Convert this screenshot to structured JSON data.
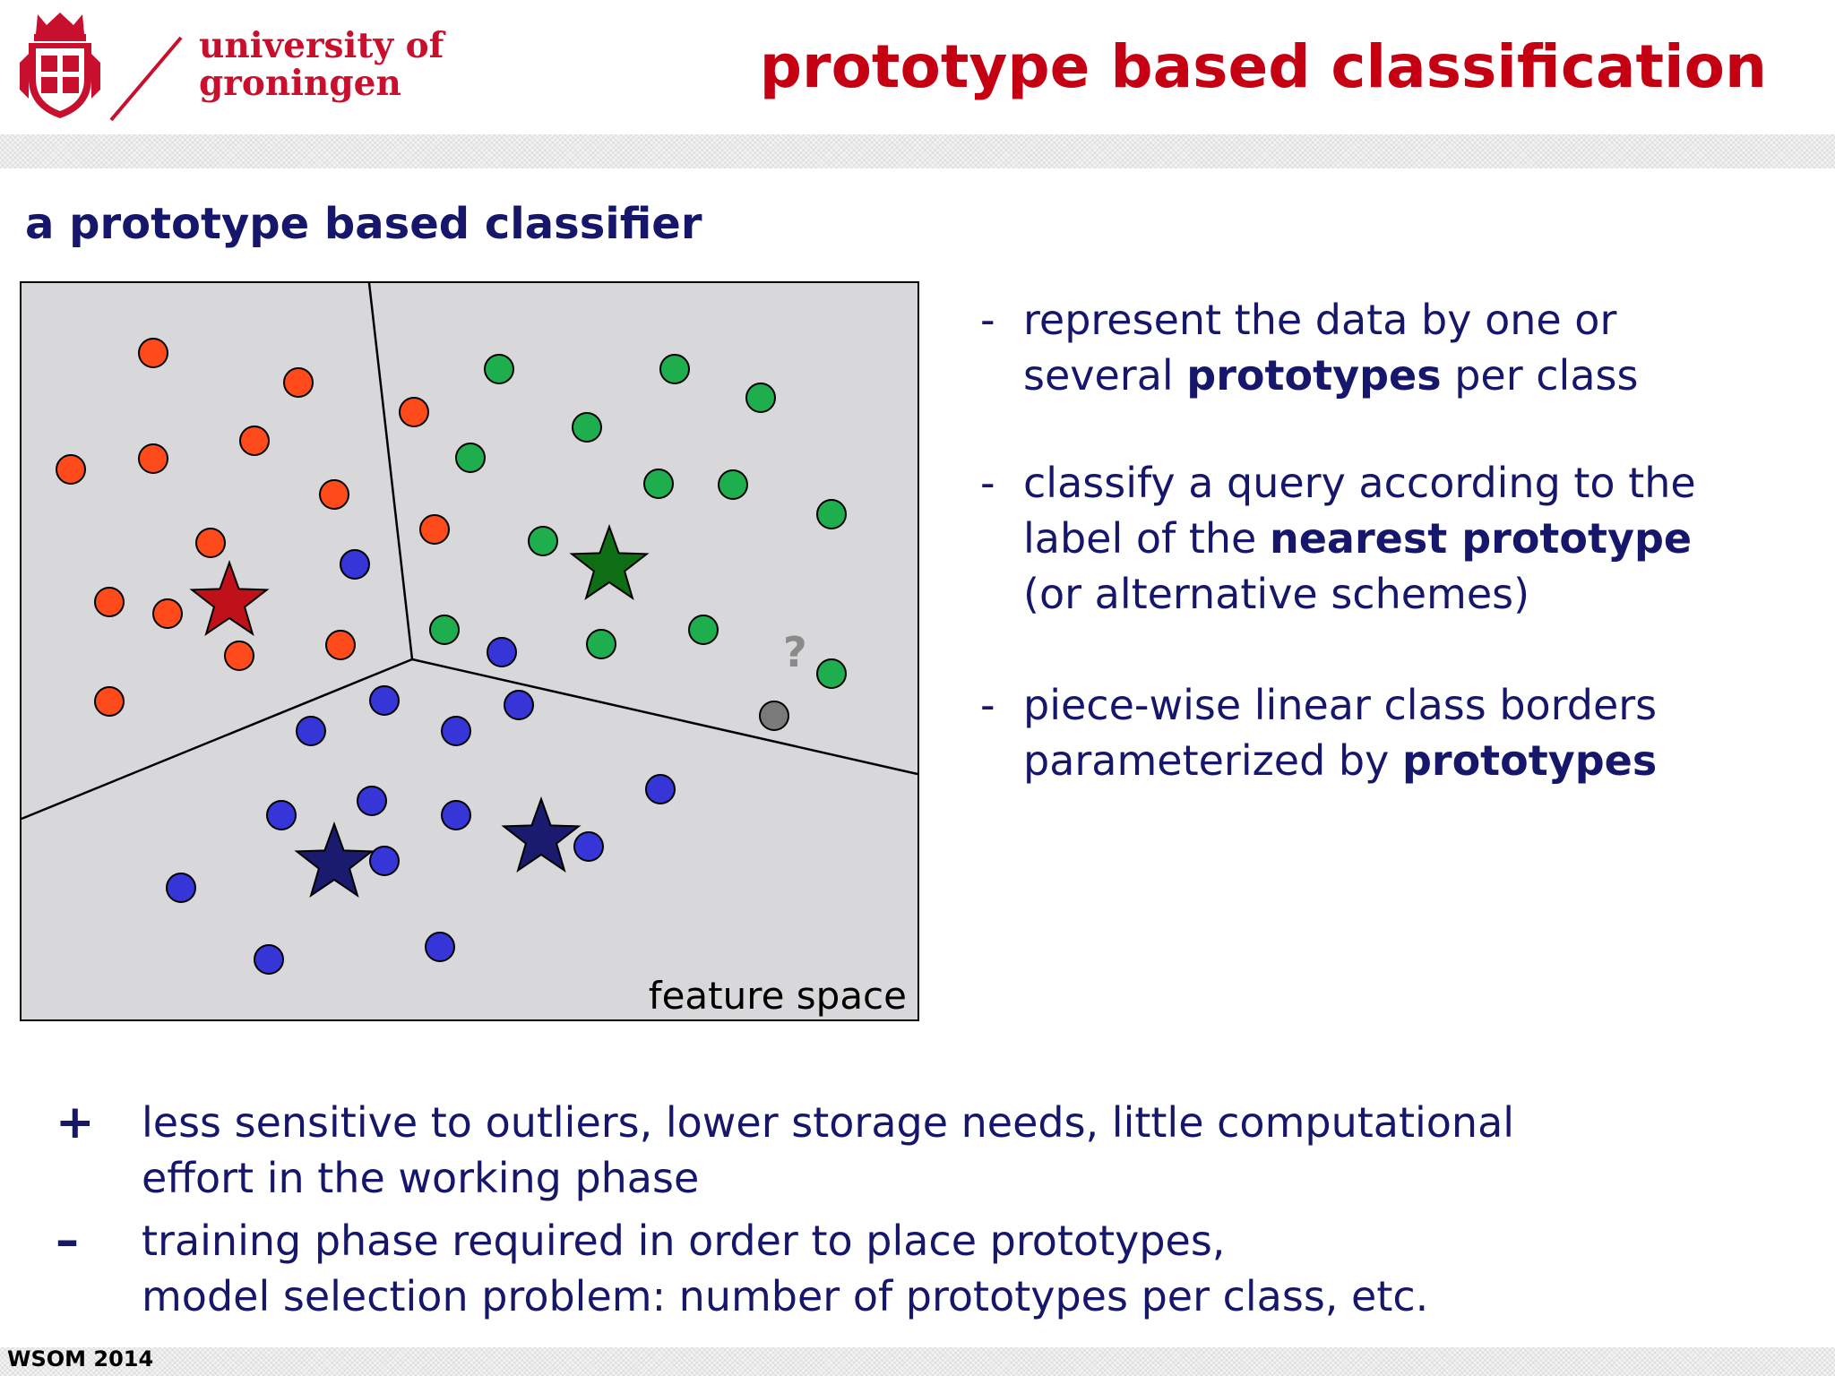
{
  "header": {
    "university_line1": "university of",
    "university_line2": "groningen",
    "title": "prototype based classification"
  },
  "subtitle": "a prototype based classifier",
  "diagram": {
    "caption": "feature space",
    "query_mark": "?",
    "colors": {
      "background": "#d8d8da",
      "red_point": "#ff4a1c",
      "green_point": "#1fae4e",
      "blue_point": "#3535d8",
      "gray_point": "#7a7a7a",
      "red_prototype": "#c0101a",
      "green_prototype": "#0e6e14",
      "blue_prototype": "#1a1a6e"
    }
  },
  "bullets": [
    {
      "dash": "-",
      "line1": "represent the data by one or",
      "line2_pre": "several ",
      "line2_bold": "prototypes",
      "line2_post": " per class"
    },
    {
      "dash": "-",
      "line1": "classify a query according to the",
      "line2_pre": "label of the ",
      "line2_bold": "nearest prototype",
      "line3": "(or alternative schemes)"
    },
    {
      "dash": "-",
      "line1": "piece-wise linear class borders",
      "line2_pre": "parameterized by ",
      "line2_bold": "prototypes"
    }
  ],
  "pros": {
    "symbol": "+",
    "line1": "less sensitive to outliers, lower storage needs, little computational",
    "line2": "effort in the working phase"
  },
  "cons": {
    "symbol": "–",
    "line1": "training phase required in order to place prototypes,",
    "line2": "model selection problem: number of prototypes per class, etc."
  },
  "footer": "WSOM 2014"
}
